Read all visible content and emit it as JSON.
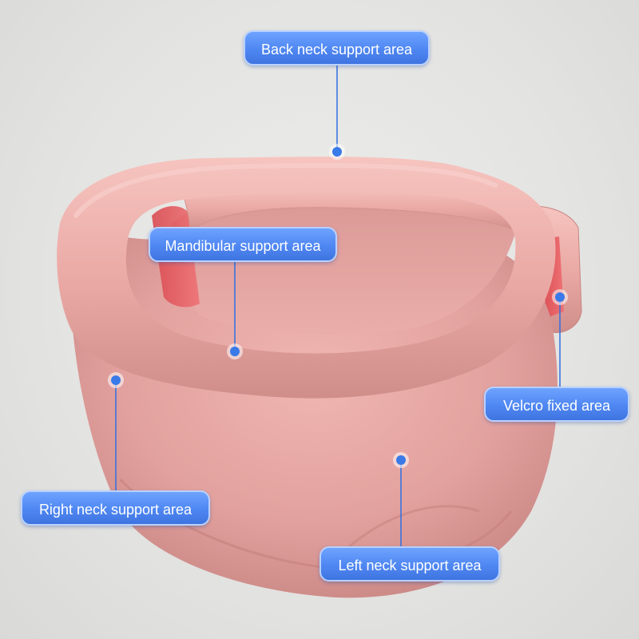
{
  "callouts": {
    "back": "Back neck support area",
    "mandibular": "Mandibular support area",
    "velcro": "Velcro fixed area",
    "right": "Right neck support area",
    "left": "Left neck support area"
  },
  "colors": {
    "background": "#e6e6e4",
    "collar": "#e8a8a5",
    "velcro": "#e25a5e",
    "callout": "#4f87f2"
  }
}
